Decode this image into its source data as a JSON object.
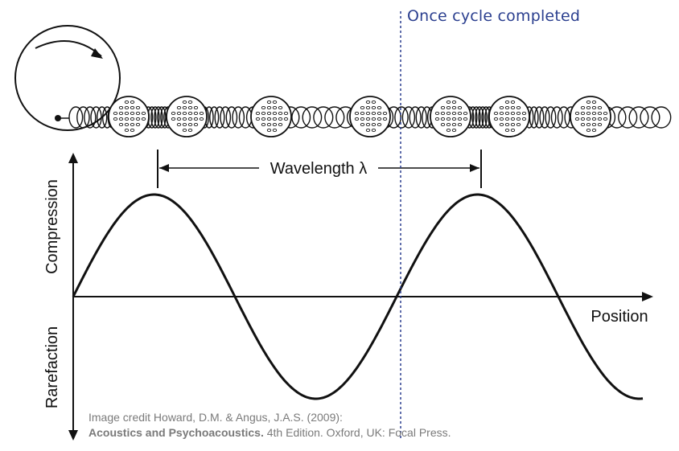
{
  "annotation": {
    "text": "Once cycle completed",
    "color": "#2b3f8f"
  },
  "labels": {
    "wavelength": "Wavelength λ",
    "compression": "Compression",
    "rarefaction": "Rarefaction",
    "position": "Position"
  },
  "credit": {
    "line1": "Image credit Howard, D.M. & Angus, J.A.S. (2009):",
    "book_title": "Acoustics and Psychoacoustics.",
    "line2_rest": " 4th Edition. Oxford, UK: Focal Press."
  },
  "colors": {
    "line": "#111111",
    "credit_text": "#7a7a7a"
  }
}
